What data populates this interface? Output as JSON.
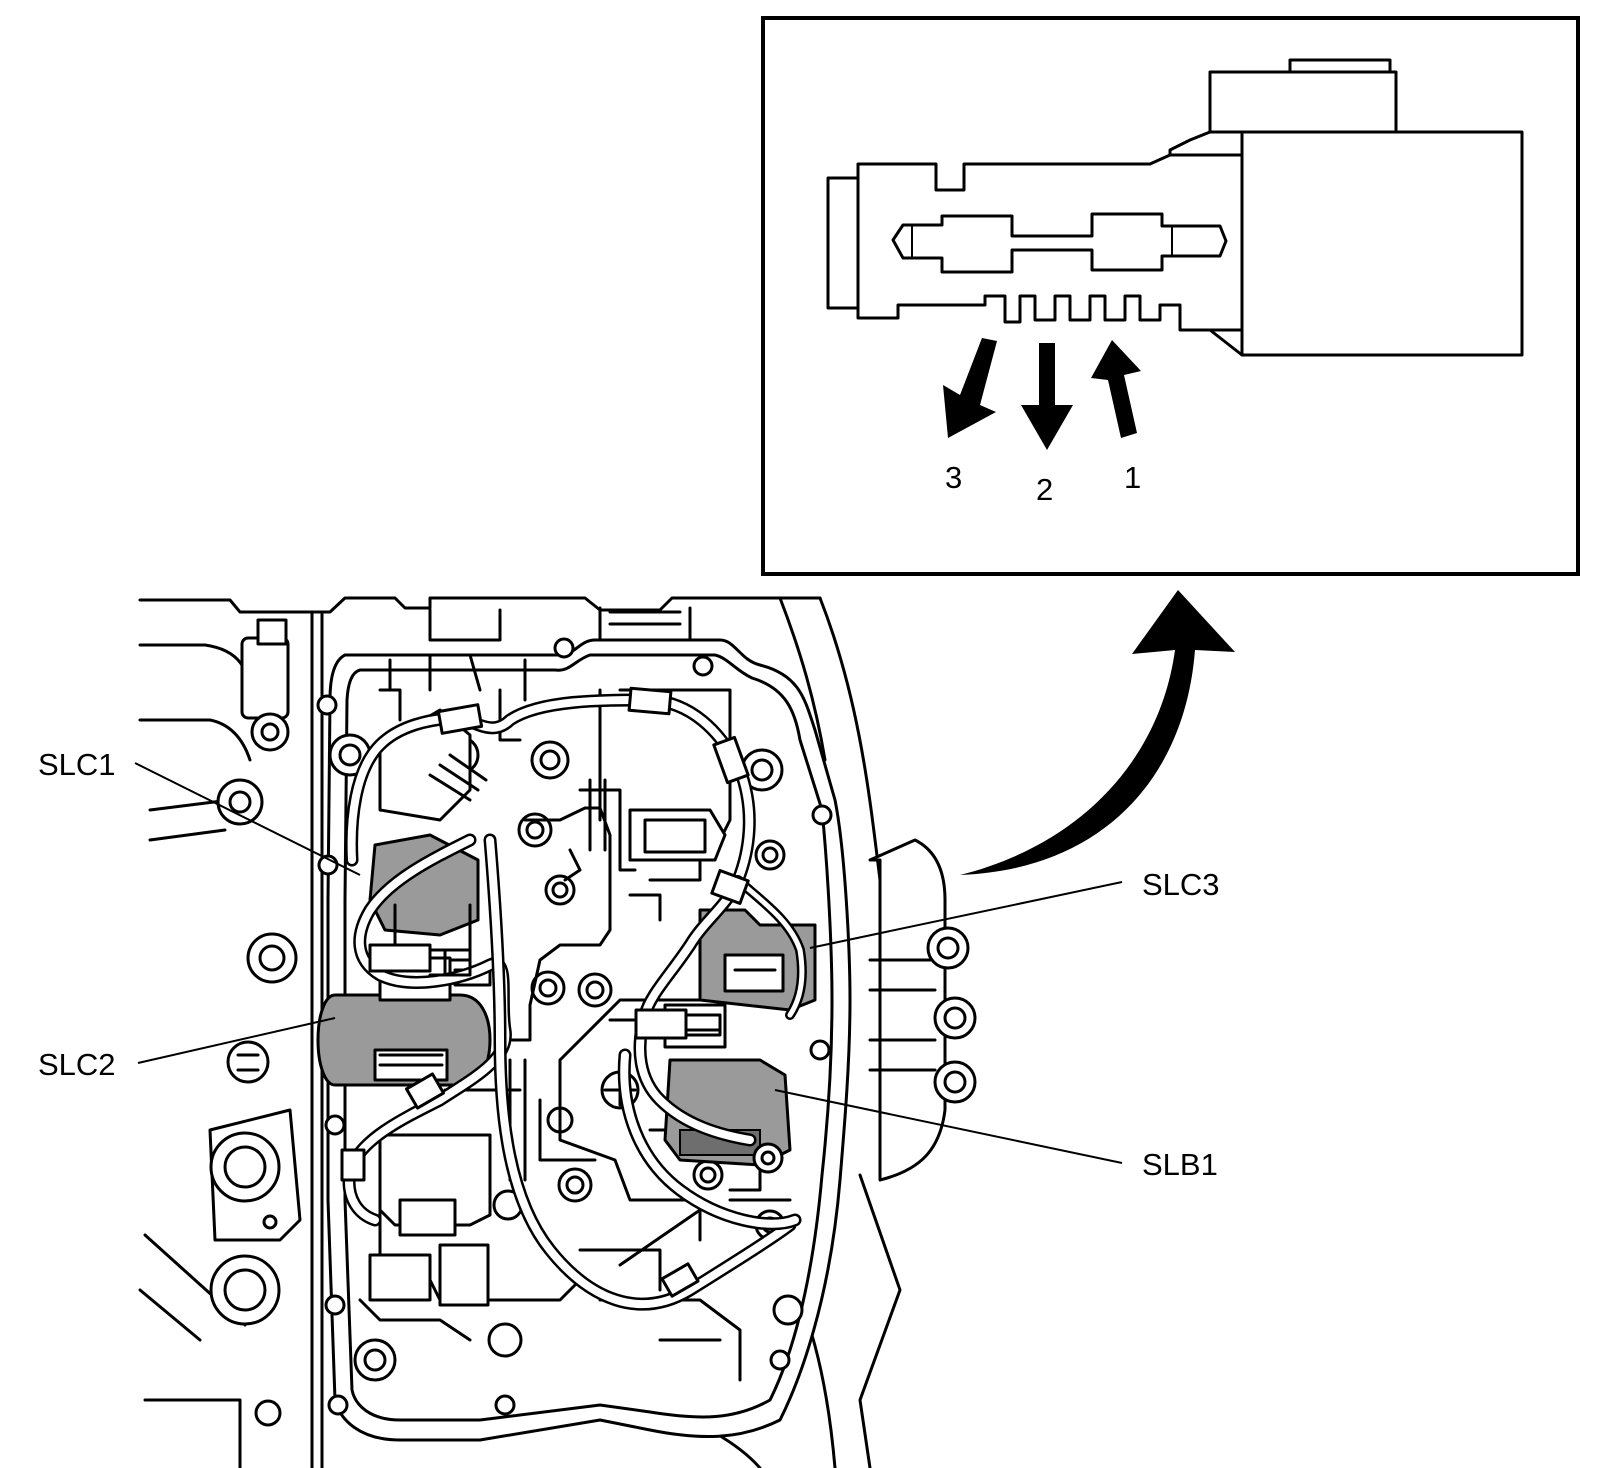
{
  "callouts": {
    "slc1": "SLC1",
    "slc2": "SLC2",
    "slc3": "SLC3",
    "slb1": "SLB1"
  },
  "inset": {
    "port_labels": [
      "3",
      "2",
      "1"
    ]
  }
}
